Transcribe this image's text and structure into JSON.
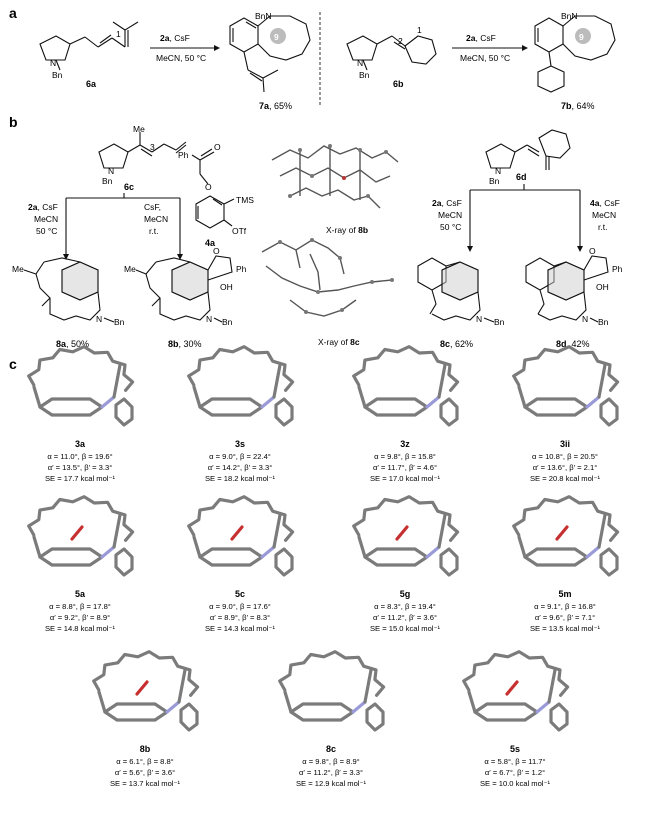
{
  "panel_a": {
    "label": "a",
    "left": {
      "start": "6a",
      "start_n": "N",
      "start_bn": "Bn",
      "pos": "1",
      "cond1": "2a",
      "cond1_rest": ", CsF",
      "cond2": "MeCN, 50 °C",
      "product": "7a",
      "yield": ", 65%",
      "ring": "9",
      "bn": "BnN"
    },
    "right": {
      "start": "6b",
      "start_n": "N",
      "start_bn": "Bn",
      "pos1": "1",
      "pos2": "2",
      "cond1": "2a",
      "cond1_rest": ", CsF",
      "cond2": "MeCN, 50 °C",
      "product": "7b",
      "yield": ", 64%",
      "ring": "9",
      "bn": "BnN"
    }
  },
  "panel_b": {
    "label": "b",
    "c6": {
      "name": "6c",
      "n": "N",
      "bn": "Bn",
      "me": "Me",
      "pos": "3"
    },
    "d6": {
      "name": "6d",
      "n": "N",
      "bn": "Bn"
    },
    "reagent": {
      "name": "4a",
      "ph": "Ph",
      "o": "O",
      "tms": "TMS",
      "otf": "OTf"
    },
    "left_cond": {
      "a": "2a",
      "a_rest": ", CsF",
      "b": "MeCN",
      "c": "50 °C"
    },
    "mid_cond": {
      "a": "CsF,",
      "b": "MeCN",
      "c": "r.t."
    },
    "right_cond1": {
      "a": "2a",
      "a_rest": ", CsF",
      "b": "MeCN",
      "c": "50 °C"
    },
    "right_cond2": {
      "a": "4a",
      "a_rest": ", CsF",
      "b": "MeCN",
      "c": "r.t."
    },
    "xray1": {
      "prefix": "X-ray of ",
      "name": "8b"
    },
    "xray2": {
      "prefix": "X-ray of ",
      "name": "8c"
    },
    "products": [
      {
        "name": "8a",
        "yield": ", 50%",
        "me": "Me",
        "n": "N",
        "bn": "Bn"
      },
      {
        "name": "8b",
        "yield": ", 30%",
        "me": "Me",
        "n": "N",
        "bn": "Bn",
        "o": "O",
        "ph": "Ph",
        "oh": "OH"
      },
      {
        "name": "8c",
        "yield": ", 62%",
        "n": "N",
        "bn": "Bn"
      },
      {
        "name": "8d",
        "yield": ", 42%",
        "n": "N",
        "bn": "Bn",
        "o": "O",
        "ph": "Ph",
        "oh": "OH"
      }
    ]
  },
  "panel_c": {
    "label": "c",
    "structures": [
      {
        "name": "3a",
        "l1": "α = 11.0°, β = 19.6°",
        "l2": "α′ = 13.5°, β′ = 3.3°",
        "l3": "SE = 17.7 kcal mol⁻¹"
      },
      {
        "name": "3s",
        "l1": "α = 9.0°, β = 22.4°",
        "l2": "α′ = 14.2°, β′ = 3.3°",
        "l3": "SE = 18.2 kcal mol⁻¹"
      },
      {
        "name": "3z",
        "l1": "α = 9.8°, β = 15.8°",
        "l2": "α′ = 11.7°, β′ = 4.6°",
        "l3": "SE = 17.0 kcal mol⁻¹"
      },
      {
        "name": "3ii",
        "l1": "α = 10.8°, β = 20.5°",
        "l2": "α′ = 13.6°, β′ = 2.1°",
        "l3": "SE = 20.8 kcal mol⁻¹"
      },
      {
        "name": "5a",
        "l1": "α = 8.8°, β = 17.8°",
        "l2": "α′ = 9.2°, β′ = 8.9°",
        "l3": "SE = 14.8 kcal mol⁻¹"
      },
      {
        "name": "5c",
        "l1": "α = 9.0°, β = 17.6°",
        "l2": "α′ = 8.9°, β′ = 8.3°",
        "l3": "SE = 14.3 kcal mol⁻¹"
      },
      {
        "name": "5g",
        "l1": "α = 8.3°, β = 19.4°",
        "l2": "α′ = 11.2°, β′ = 3.6°",
        "l3": "SE = 15.0 kcal mol⁻¹"
      },
      {
        "name": "5m",
        "l1": "α = 9.1°, β = 16.8°",
        "l2": "α′ = 9.6°, β′ = 7.1°",
        "l3": "SE = 13.5 kcal mol⁻¹"
      },
      {
        "name": "8b",
        "l1": "α = 6.1°, β = 8.8°",
        "l2": "α′ = 5.6°, β′ = 3.6°",
        "l3": "SE = 13.7 kcal mol⁻¹"
      },
      {
        "name": "8c",
        "l1": "α = 9.8°, β = 8.9°",
        "l2": "α′ = 11.2°, β′ = 3.3°",
        "l3": "SE = 12.9 kcal mol⁻¹"
      },
      {
        "name": "5s",
        "l1": "α = 5.8°, β = 11.7°",
        "l2": "α′ = 6.7°, β′ = 1.2°",
        "l3": "SE = 10.0 kcal mol⁻¹"
      }
    ]
  }
}
